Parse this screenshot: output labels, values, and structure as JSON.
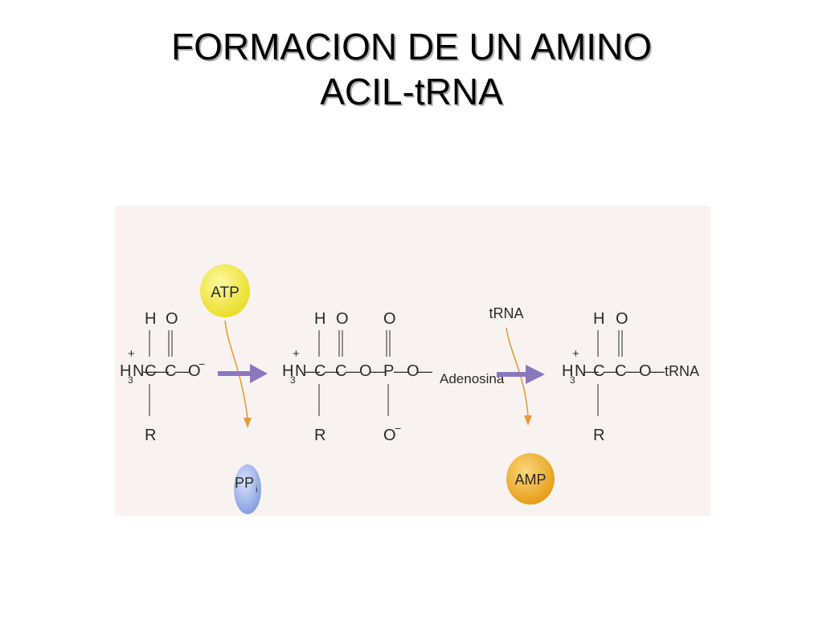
{
  "title": {
    "line1": "FORMACION DE UN AMINO",
    "line2": "ACIL-tRNA"
  },
  "colors": {
    "atp": "#f3e94a",
    "ppi": "#9bb4ea",
    "amp": "#efae28",
    "reaction_arrow": "#8a78bf",
    "side_arrow": "#e89a3a",
    "figure_bg": "#f8f3f1"
  },
  "reactant": {
    "H": "H",
    "O": "O",
    "N_prefix": "H",
    "N_sub": "3",
    "N": "N",
    "plus": "+",
    "C1": "C",
    "C2": "C",
    "O_minus": "O",
    "minus": "−",
    "R": "R",
    "b1": "—",
    "b2": "—",
    "b3": "—"
  },
  "intermediate": {
    "H": "H",
    "O1": "O",
    "O2": "O",
    "N_prefix": "H",
    "N_sub": "3",
    "N": "N",
    "plus": "+",
    "C1": "C",
    "C2": "C",
    "O_link": "O",
    "P": "P",
    "O_end": "O",
    "R": "R",
    "O_minus": "O",
    "minus": "−",
    "adenosine": "Adenosina",
    "b1": "—",
    "b2": "—",
    "b3": "—",
    "b4": "—",
    "b5": "—",
    "b6": "—"
  },
  "product": {
    "H": "H",
    "O": "O",
    "N_prefix": "H",
    "N_sub": "3",
    "N": "N",
    "plus": "+",
    "C1": "C",
    "C2": "C",
    "O_link": "O",
    "trna": "tRNA",
    "R": "R",
    "b1": "—",
    "b2": "—",
    "b3": "—",
    "b4": "—"
  },
  "step1": {
    "input": "ATP",
    "output_main": "PP",
    "output_sub": "i"
  },
  "step2": {
    "input": "tRNA",
    "output": "AMP"
  }
}
